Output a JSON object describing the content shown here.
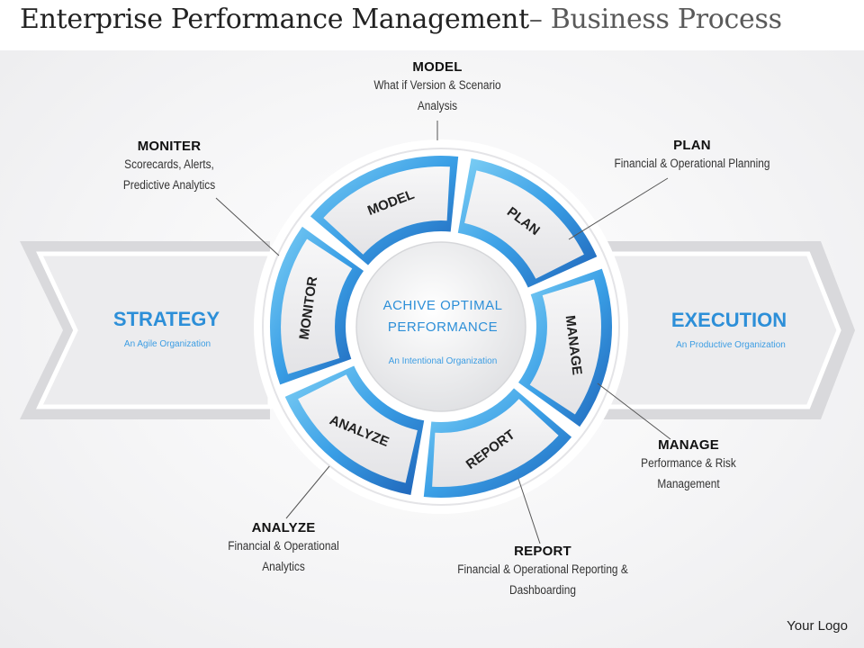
{
  "title": {
    "main": "Enterprise Performance Management",
    "sub": "– Business Process"
  },
  "left_arrow": {
    "title": "STRATEGY",
    "subtitle": "An Agile Organization"
  },
  "right_arrow": {
    "title": "EXECUTION",
    "subtitle": "An Productive Organization"
  },
  "center": {
    "line1": "ACHIVE OPTIMAL",
    "line2": "PERFORMANCE",
    "subtitle": "An Intentional Organization"
  },
  "segments": [
    {
      "id": "model",
      "label": "MODEL"
    },
    {
      "id": "plan",
      "label": "PLAN"
    },
    {
      "id": "manage",
      "label": "MANAGE"
    },
    {
      "id": "report",
      "label": "REPORT"
    },
    {
      "id": "analyze",
      "label": "ANALYZE"
    },
    {
      "id": "monitor",
      "label": "MONITOR"
    }
  ],
  "callouts": {
    "model": {
      "heading": "MODEL",
      "lines": [
        "What if Version & Scenario",
        "Analysis"
      ]
    },
    "plan": {
      "heading": "PLAN",
      "lines": [
        "Financial & Operational Planning"
      ]
    },
    "moniter": {
      "heading": "MONITER",
      "lines": [
        "Scorecards, Alerts,",
        "Predictive Analytics"
      ]
    },
    "manage": {
      "heading": "MANAGE",
      "lines": [
        "Performance & Risk",
        "Management"
      ]
    },
    "analyze": {
      "heading": "ANALYZE",
      "lines": [
        "Financial & Operational",
        "Analytics"
      ]
    },
    "report": {
      "heading": "REPORT",
      "lines": [
        "Financial & Operational Reporting &",
        "Dashboarding"
      ]
    }
  },
  "logo": "Your Logo",
  "colors": {
    "blue_dark": "#1f6fc4",
    "blue_mid": "#3c9de3",
    "blue_light": "#6ec3f0",
    "accent_text": "#2d8fd8",
    "segment_fill": "#ececee",
    "arrow_fill": "#e6e6e8"
  }
}
